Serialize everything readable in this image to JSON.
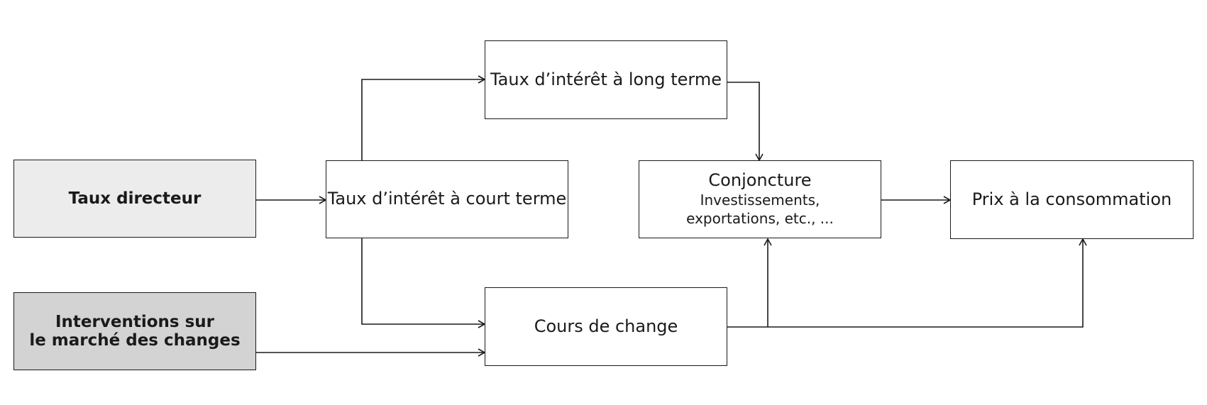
{
  "diagram": {
    "nodes": {
      "taux_directeur": {
        "label": "Taux directeur",
        "fill": "#ececec"
      },
      "interventions": {
        "line1": "Interventions sur",
        "line2": "le marché des changes",
        "fill": "#d3d3d3"
      },
      "court_terme": {
        "label": "Taux d’intérêt à court terme"
      },
      "long_terme": {
        "label": "Taux d’intérêt à long terme"
      },
      "conjoncture": {
        "title": "Conjoncture",
        "line1": "Investissements,",
        "line2": "exportations, etc., ..."
      },
      "prix": {
        "label": "Prix à la consommation"
      },
      "cours_change": {
        "label": "Cours de change"
      }
    },
    "edges": [
      {
        "from": "taux_directeur",
        "to": "court_terme"
      },
      {
        "from": "court_terme",
        "to": "long_terme"
      },
      {
        "from": "court_terme",
        "to": "cours_change"
      },
      {
        "from": "interventions",
        "to": "cours_change"
      },
      {
        "from": "long_terme",
        "to": "conjoncture"
      },
      {
        "from": "conjoncture",
        "to": "prix"
      },
      {
        "from": "cours_change",
        "to": "conjoncture"
      },
      {
        "from": "cours_change",
        "to": "prix"
      }
    ],
    "colors": {
      "stroke": "#1a1a1a",
      "text": "#1a1a1a",
      "background": "#ffffff"
    }
  }
}
